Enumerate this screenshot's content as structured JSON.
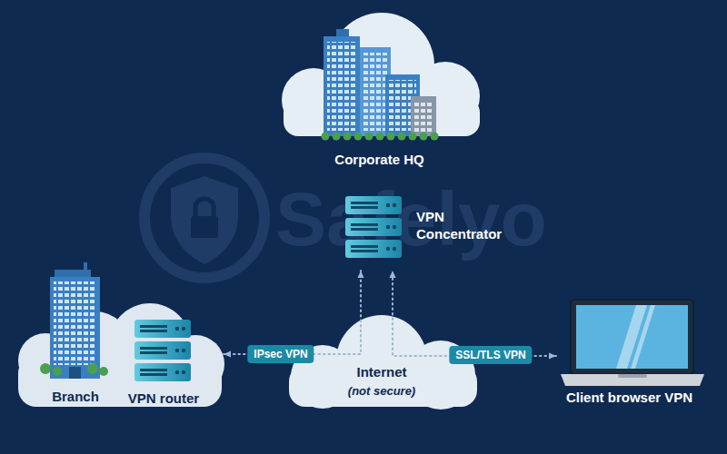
{
  "diagram": {
    "nodes": [
      {
        "text": [
          "Corporate HQ"
        ]
      },
      {
        "text": [
          "VPN Concentrator"
        ]
      },
      {
        "text": [
          "Branch"
        ]
      },
      {
        "text": [
          "VPN router"
        ],
        "in": 2
      },
      {
        "text": [
          "Internet",
          "(not secure)"
        ]
      },
      {
        "text": [
          "Client browser VPN"
        ]
      }
    ],
    "edges": [
      {
        "from": 3,
        "to": 1,
        "arrow": "both",
        "label": "IPsec VPN"
      },
      {
        "from": 5,
        "to": 1,
        "arrow": "both",
        "label": "SSL/TLS VPN"
      }
    ],
    "labels": [
      "Safelyo"
    ]
  }
}
